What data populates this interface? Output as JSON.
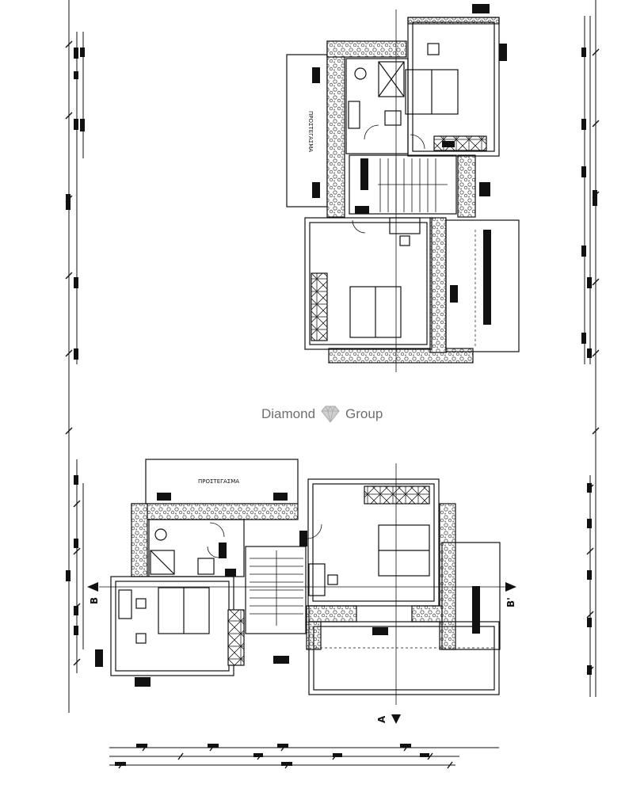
{
  "watermark": {
    "left": "Diamond",
    "right": "Group",
    "icon": "diamond-icon",
    "icon_color": "#bdbdbd"
  },
  "labels": {
    "veranda": "ΠΡΟΣΤΕΓΑΣΜΑ",
    "section_b": "B",
    "section_b_prime": "B'",
    "section_a": "A"
  },
  "colors": {
    "line": "#111111",
    "hatch": "#555555",
    "stone": "#8a8a8a"
  }
}
